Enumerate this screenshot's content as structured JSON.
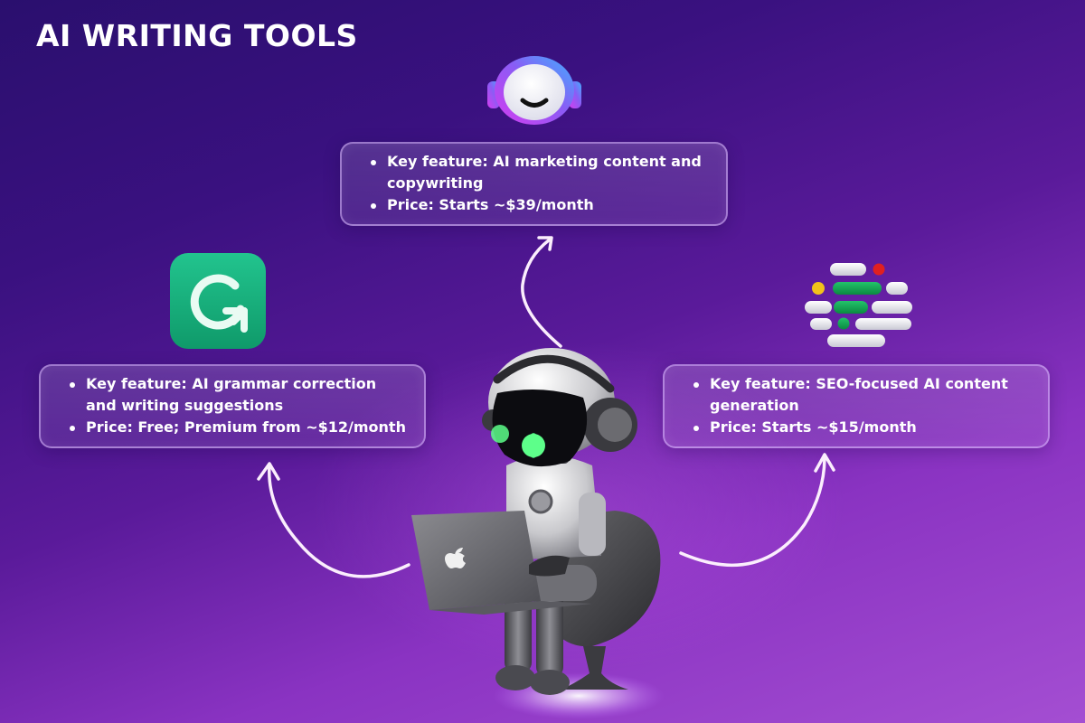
{
  "title": "AI WRITING TOOLS",
  "tools": {
    "top": {
      "icon": "jasper-smiley-icon",
      "feature": "Key feature: AI marketing content and copywriting",
      "feature_line1": "Key feature: AI marketing content and",
      "feature_line2": "copywriting",
      "price": "Price: Starts ~$39/month"
    },
    "left": {
      "icon": "grammarly-g-icon",
      "feature_line1": "Key feature: AI grammar correction",
      "feature_line2": "and writing suggestions",
      "price": "Price: Free; Premium from ~$12/month"
    },
    "right": {
      "icon": "seo-pills-icon",
      "feature_line1": "Key feature: SEO-focused AI content",
      "feature_line2": "generation",
      "price": "Price: Starts ~$15/month"
    }
  },
  "illustration": {
    "subject": "robot-with-laptop",
    "laptop_logo": "apple-logo-icon"
  },
  "colors": {
    "background_top_left": "#2a0f6e",
    "background_bottom_right": "#a44ed2",
    "text": "#ffffff",
    "grammarly_green": "#15b07e",
    "robot_eye_green": "#5dff8a",
    "seo_green": "#0f9a4c",
    "seo_red": "#e02020",
    "seo_yellow": "#f2c21a"
  }
}
